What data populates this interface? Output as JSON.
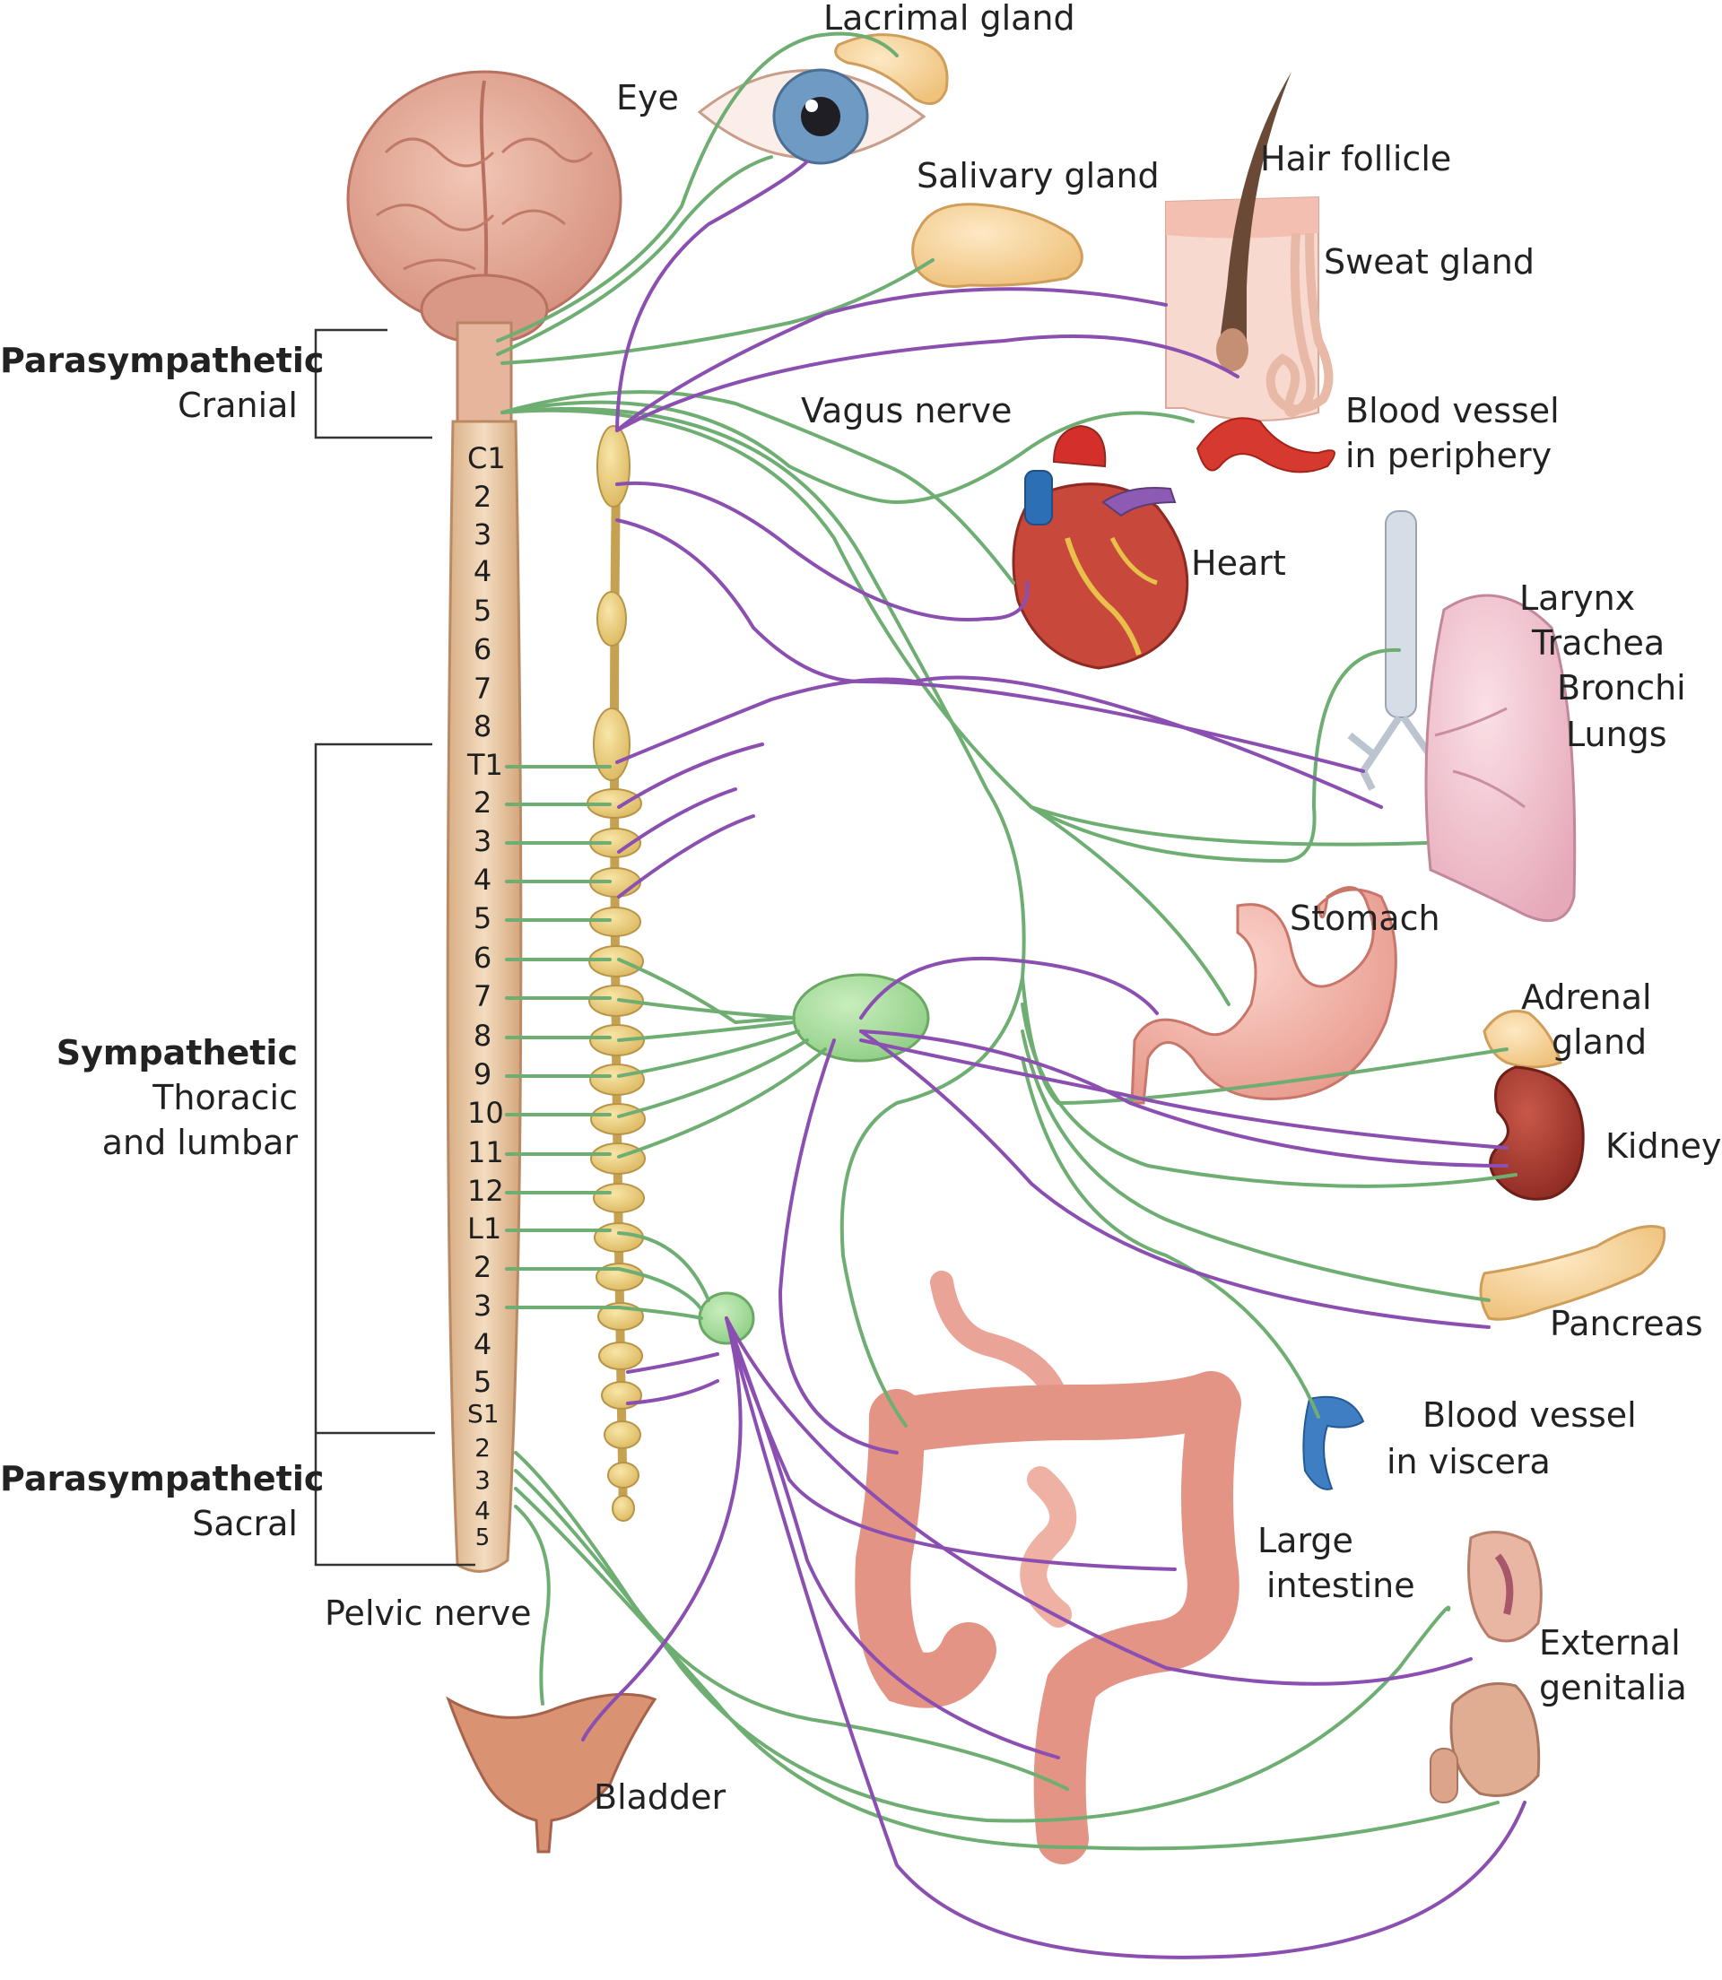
{
  "colors": {
    "sympathetic_fiber": "#8a4fb0",
    "parasympathetic_fiber": "#6fae72",
    "spinal_cord": "#e8c9a4",
    "ganglion_chain": "#efd58a",
    "brain": "#e3a795",
    "bracket": "#333333"
  },
  "divisions": {
    "cranial": {
      "title": "Parasympathetic",
      "subtitle": "Cranial"
    },
    "thoracolumbar": {
      "title": "Sympathetic",
      "line2": "Thoracic",
      "line3": "and lumbar"
    },
    "sacral": {
      "title": "Parasympathetic",
      "subtitle": "Sacral"
    }
  },
  "nerves": {
    "vagus": "Vagus nerve",
    "pelvic": "Pelvic nerve"
  },
  "organs": {
    "lacrimal": "Lacrimal gland",
    "eye": "Eye",
    "salivary": "Salivary gland",
    "hair": "Hair follicle",
    "sweat": "Sweat gland",
    "vessel_periphery_1": "Blood vessel",
    "vessel_periphery_2": "in periphery",
    "heart": "Heart",
    "resp": [
      "Larynx",
      "Trachea",
      "Bronchi",
      "Lungs"
    ],
    "stomach": "Stomach",
    "adrenal_1": "Adrenal",
    "adrenal_2": "gland",
    "kidney": "Kidney",
    "pancreas": "Pancreas",
    "vessel_viscera_1": "Blood vessel",
    "vessel_viscera_2": "in viscera",
    "intestine_1": "Large",
    "intestine_2": "intestine",
    "genitalia_1": "External",
    "genitalia_2": "genitalia",
    "bladder": "Bladder"
  },
  "segments": {
    "cervical": [
      "C1",
      "2",
      "3",
      "4",
      "5",
      "6",
      "7",
      "8"
    ],
    "thoracic": [
      "T1",
      "2",
      "3",
      "4",
      "5",
      "6",
      "7",
      "8",
      "9",
      "10",
      "11",
      "12"
    ],
    "lumbar": [
      "L1",
      "2",
      "3",
      "4",
      "5"
    ],
    "sacral": [
      "S1",
      "2",
      "3",
      "4",
      "5"
    ]
  }
}
